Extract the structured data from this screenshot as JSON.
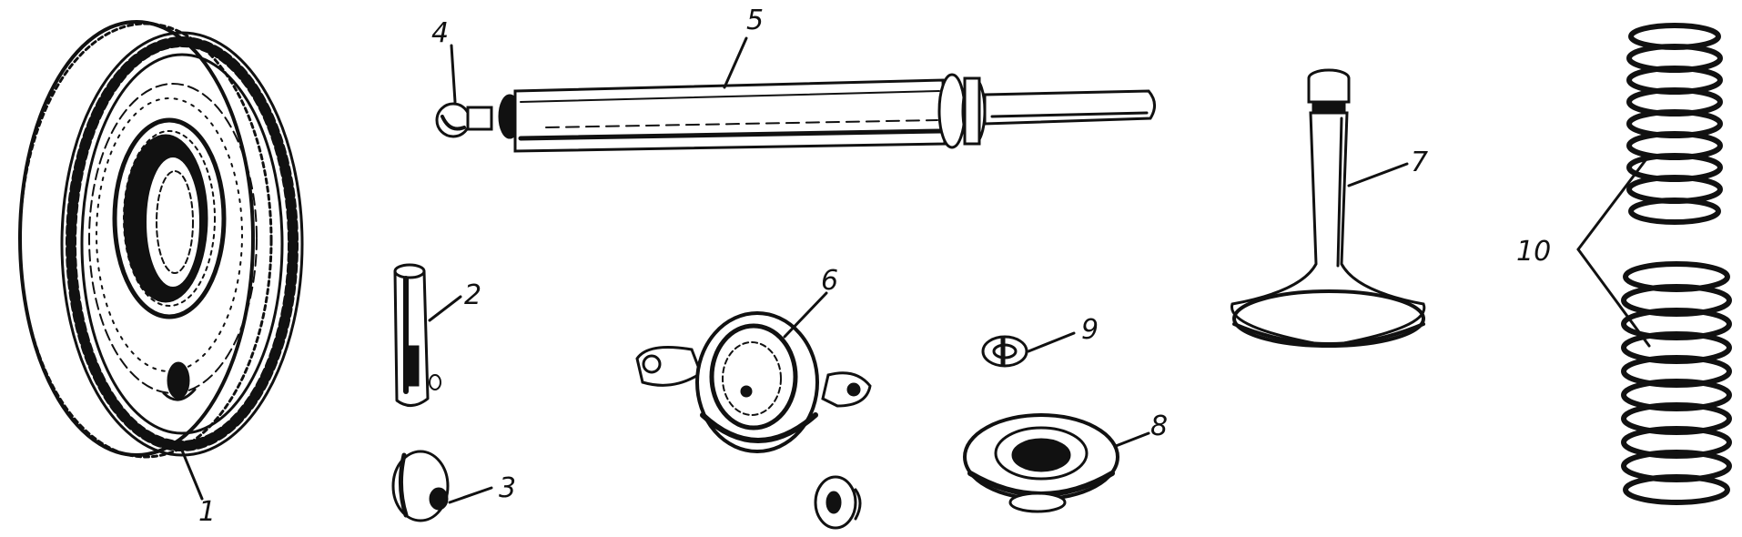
{
  "figure": {
    "background": "#ffffff",
    "ink": "#111111",
    "parts": [
      {
        "id": "cam-gear",
        "label": "1"
      },
      {
        "id": "tappet",
        "label": "2"
      },
      {
        "id": "adjusting-nut",
        "label": "3"
      },
      {
        "id": "ball-end",
        "label": "4"
      },
      {
        "id": "push-rod",
        "label": "5"
      },
      {
        "id": "rocker-arm",
        "label": "6"
      },
      {
        "id": "valve",
        "label": "7"
      },
      {
        "id": "spring-washer",
        "label": "8"
      },
      {
        "id": "valve-cotter",
        "label": "9"
      },
      {
        "id": "valve-springs",
        "label": "10"
      }
    ]
  }
}
